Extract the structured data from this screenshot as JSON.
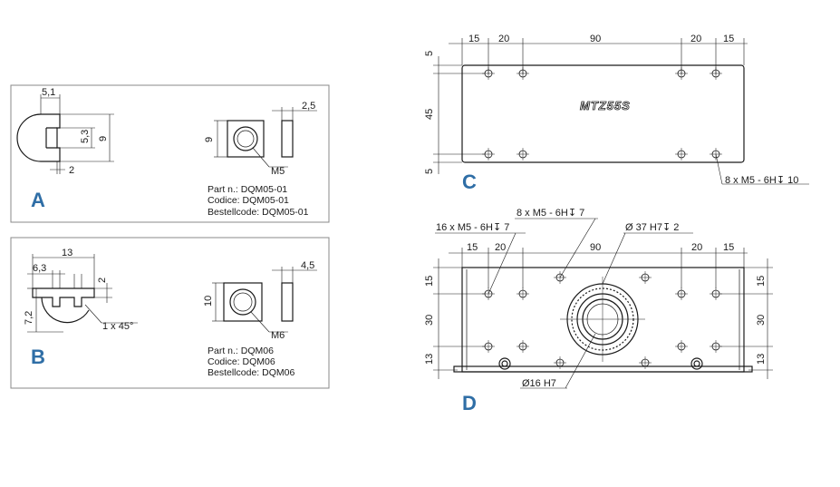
{
  "panel_a": {
    "letter": "A",
    "dims": {
      "top": "5,1",
      "v1": "5,3",
      "v2": "9",
      "bottom": "2",
      "front_h": "9",
      "side_w": "2,5",
      "thread": "M5"
    },
    "part_lines": [
      "Part n.: DQM05-01",
      "Codice: DQM05-01",
      "Bestellcode: DQM05-01"
    ]
  },
  "panel_b": {
    "letter": "B",
    "dims": {
      "top": "13",
      "left": "6,3",
      "v_small": "2",
      "v_left": "7,2",
      "chamfer": "1 x 45°",
      "front_h": "10",
      "side_w": "4,5",
      "thread": "M6"
    },
    "part_lines": [
      "Part n.: DQM06",
      "Codice: DQM06",
      "Bestellcode: DQM06"
    ]
  },
  "panel_c": {
    "letter": "C",
    "top_dims": [
      "15",
      "20",
      "90",
      "20",
      "15"
    ],
    "left_dims": [
      "5",
      "45",
      "5"
    ],
    "brand": "MTZ55S",
    "callout": "8 x M5 - 6H↧ 10"
  },
  "panel_d": {
    "letter": "D",
    "top_dims": [
      "15",
      "20",
      "90",
      "20",
      "15"
    ],
    "left_dims": [
      "15",
      "30",
      "13"
    ],
    "right_dims": [
      "15",
      "30",
      "13"
    ],
    "callout_16": "16 x M5 - 6H↧ 7",
    "callout_8": "8 x M5 - 6H↧ 7",
    "callout_37": "Ø 37 H7↧ 2",
    "callout_16h7": "Ø16 H7"
  }
}
